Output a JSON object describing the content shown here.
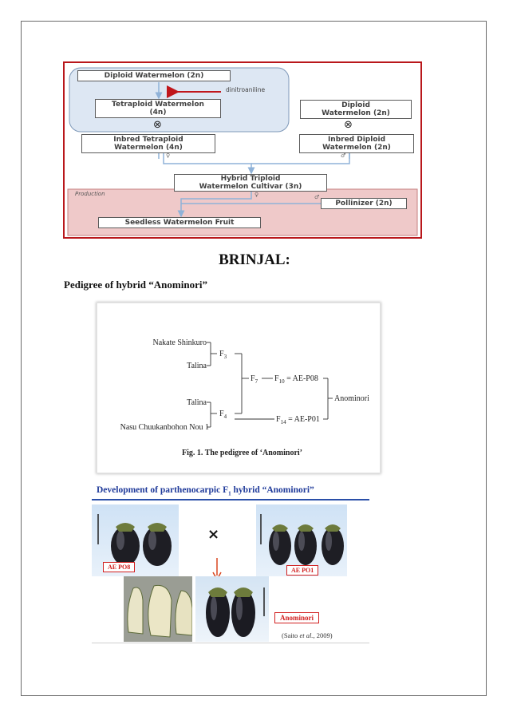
{
  "watermelon_diagram": {
    "diploid_top": "Diploid Watermelon (2n)",
    "chemical": "dinitroaniline",
    "tetraploid": "Tetraploid Watermelon\n(4n)",
    "diploid_right": "Diploid\nWatermelon (2n)",
    "inbred_tetraploid": "Inbred Tetraploid\nWatermelon (4n)",
    "inbred_diploid": "Inbred Diploid\nWatermelon (2n)",
    "hybrid_triploid": "Hybrid Triploid\nWatermelon Cultivar (3n)",
    "production_label": "Production",
    "pollinizer": "Pollinizer (2n)",
    "seedless_fruit": "Seedless Watermelon Fruit",
    "self_symbol": "⊗",
    "female_symbol": "♀",
    "male_symbol": "♂",
    "colors": {
      "frame": "#b9171b",
      "blue_region": "#dde7f3",
      "production_region": "#efc9c9",
      "arrow_red": "#c0161b",
      "arrow_blue": "#8fb2d8"
    }
  },
  "heading": "BRINJAL:",
  "subheading": "Pedigree of hybrid “Anominori”",
  "pedigree": {
    "parent1": "Nakate Shinkuro",
    "parent2": "Talina",
    "parent3": "Talina",
    "parent4": "Nasu Chuukanbohon Nou 1",
    "f3": "F",
    "f3_sub": "3",
    "f4": "F",
    "f4_sub": "4",
    "f7": "F",
    "f7_sub": "7",
    "f10": "F",
    "f10_sub": "10",
    "f10_rest": " = AE-P08",
    "f14": "F",
    "f14_sub": "14",
    "f14_rest": " = AE-P01",
    "result": "Anominori",
    "caption": "Fig. 1.  The pedigree of ‘Anominori’"
  },
  "photo_figure": {
    "title_part1": "Development of parthenocarpic F",
    "title_sub": "1",
    "title_part2": " hybrid “Anominori”",
    "label_left": "AE PO8",
    "label_right": "AE PO1",
    "label_result": "Anominori",
    "cross_symbol": "×",
    "citation_pre": "(Saito ",
    "citation_em": "et al.",
    "citation_post": ", 2009)",
    "colors": {
      "title": "#1f3a9a",
      "label": "#d11f1f",
      "arrow": "#d9461f"
    }
  }
}
